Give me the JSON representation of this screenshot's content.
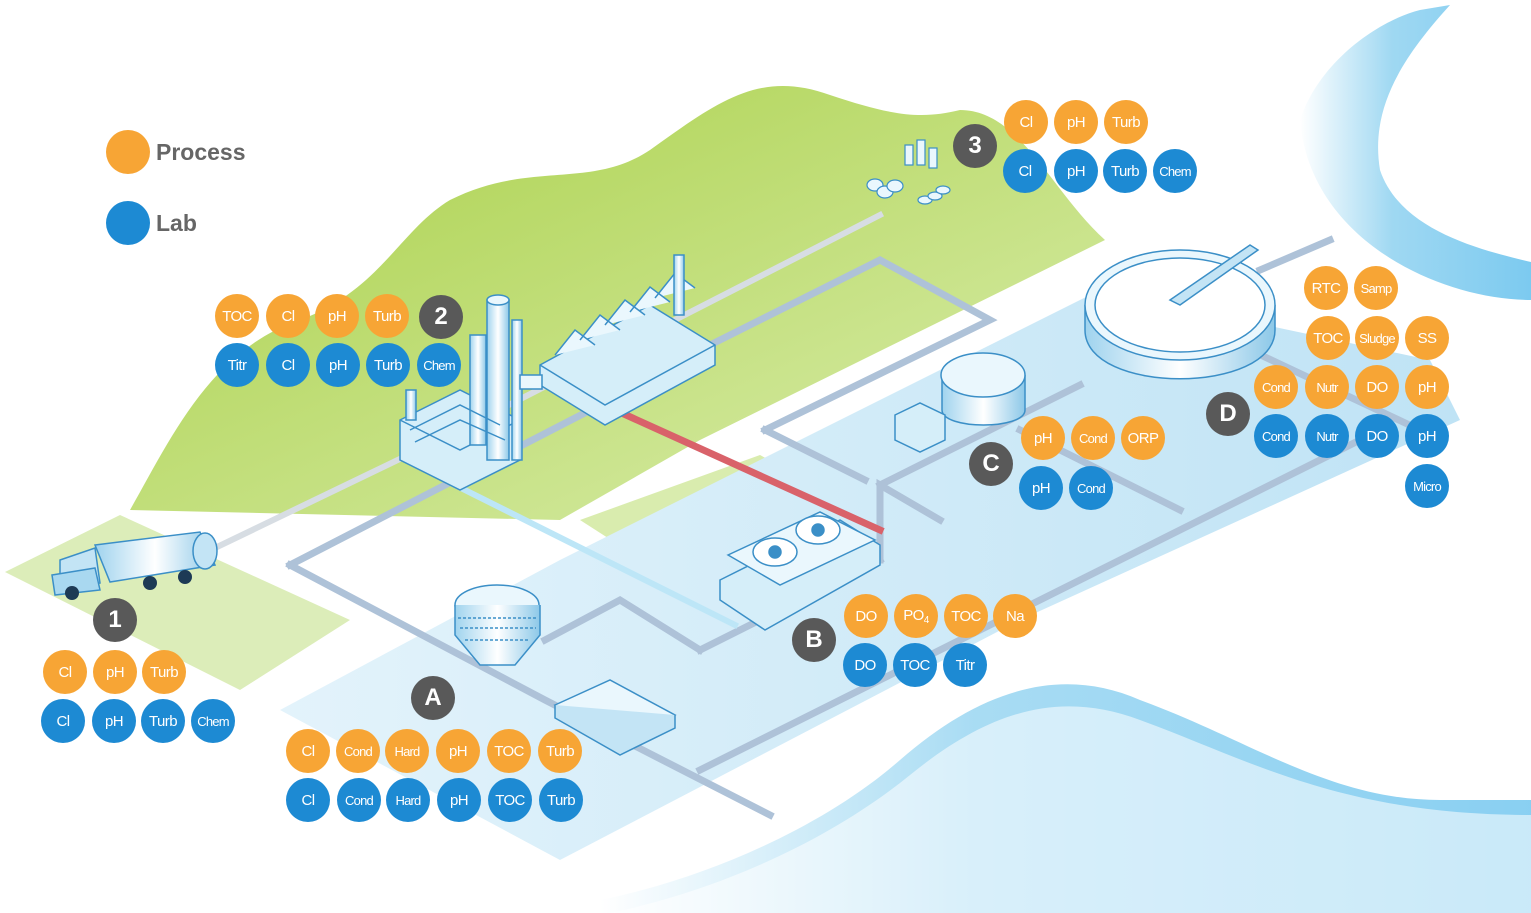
{
  "legend": {
    "process_label": "Process",
    "lab_label": "Lab",
    "process_color": "#f7a535",
    "lab_color": "#1d8ad3"
  },
  "sites": {
    "s1": {
      "marker": "1",
      "process": [
        "Cl",
        "pH",
        "Turb"
      ],
      "lab": [
        "Cl",
        "pH",
        "Turb",
        "Chem"
      ]
    },
    "s2": {
      "marker": "2",
      "process": [
        "TOC",
        "Cl",
        "pH",
        "Turb"
      ],
      "lab": [
        "Titr",
        "Cl",
        "pH",
        "Turb",
        "Chem"
      ]
    },
    "s3": {
      "marker": "3",
      "process": [
        "Cl",
        "pH",
        "Turb"
      ],
      "lab": [
        "Cl",
        "pH",
        "Turb",
        "Chem"
      ]
    },
    "sA": {
      "marker": "A",
      "process": [
        "Cl",
        "Cond",
        "Hard",
        "pH",
        "TOC",
        "Turb"
      ],
      "lab": [
        "Cl",
        "Cond",
        "Hard",
        "pH",
        "TOC",
        "Turb"
      ]
    },
    "sB": {
      "marker": "B",
      "process": [
        "DO",
        "PO4",
        "TOC",
        "Na"
      ],
      "lab": [
        "DO",
        "TOC",
        "Titr"
      ]
    },
    "sC": {
      "marker": "C",
      "process": [
        "pH",
        "Cond",
        "ORP"
      ],
      "lab": [
        "pH",
        "Cond"
      ]
    },
    "sD": {
      "marker": "D",
      "process_top": [
        "RTC",
        "Samp"
      ],
      "process_mid": [
        "TOC",
        "Sludge",
        "SS"
      ],
      "process": [
        "Cond",
        "Nutr",
        "DO",
        "pH"
      ],
      "lab": [
        "Cond",
        "Nutr",
        "DO",
        "pH",
        "Micro"
      ]
    }
  }
}
